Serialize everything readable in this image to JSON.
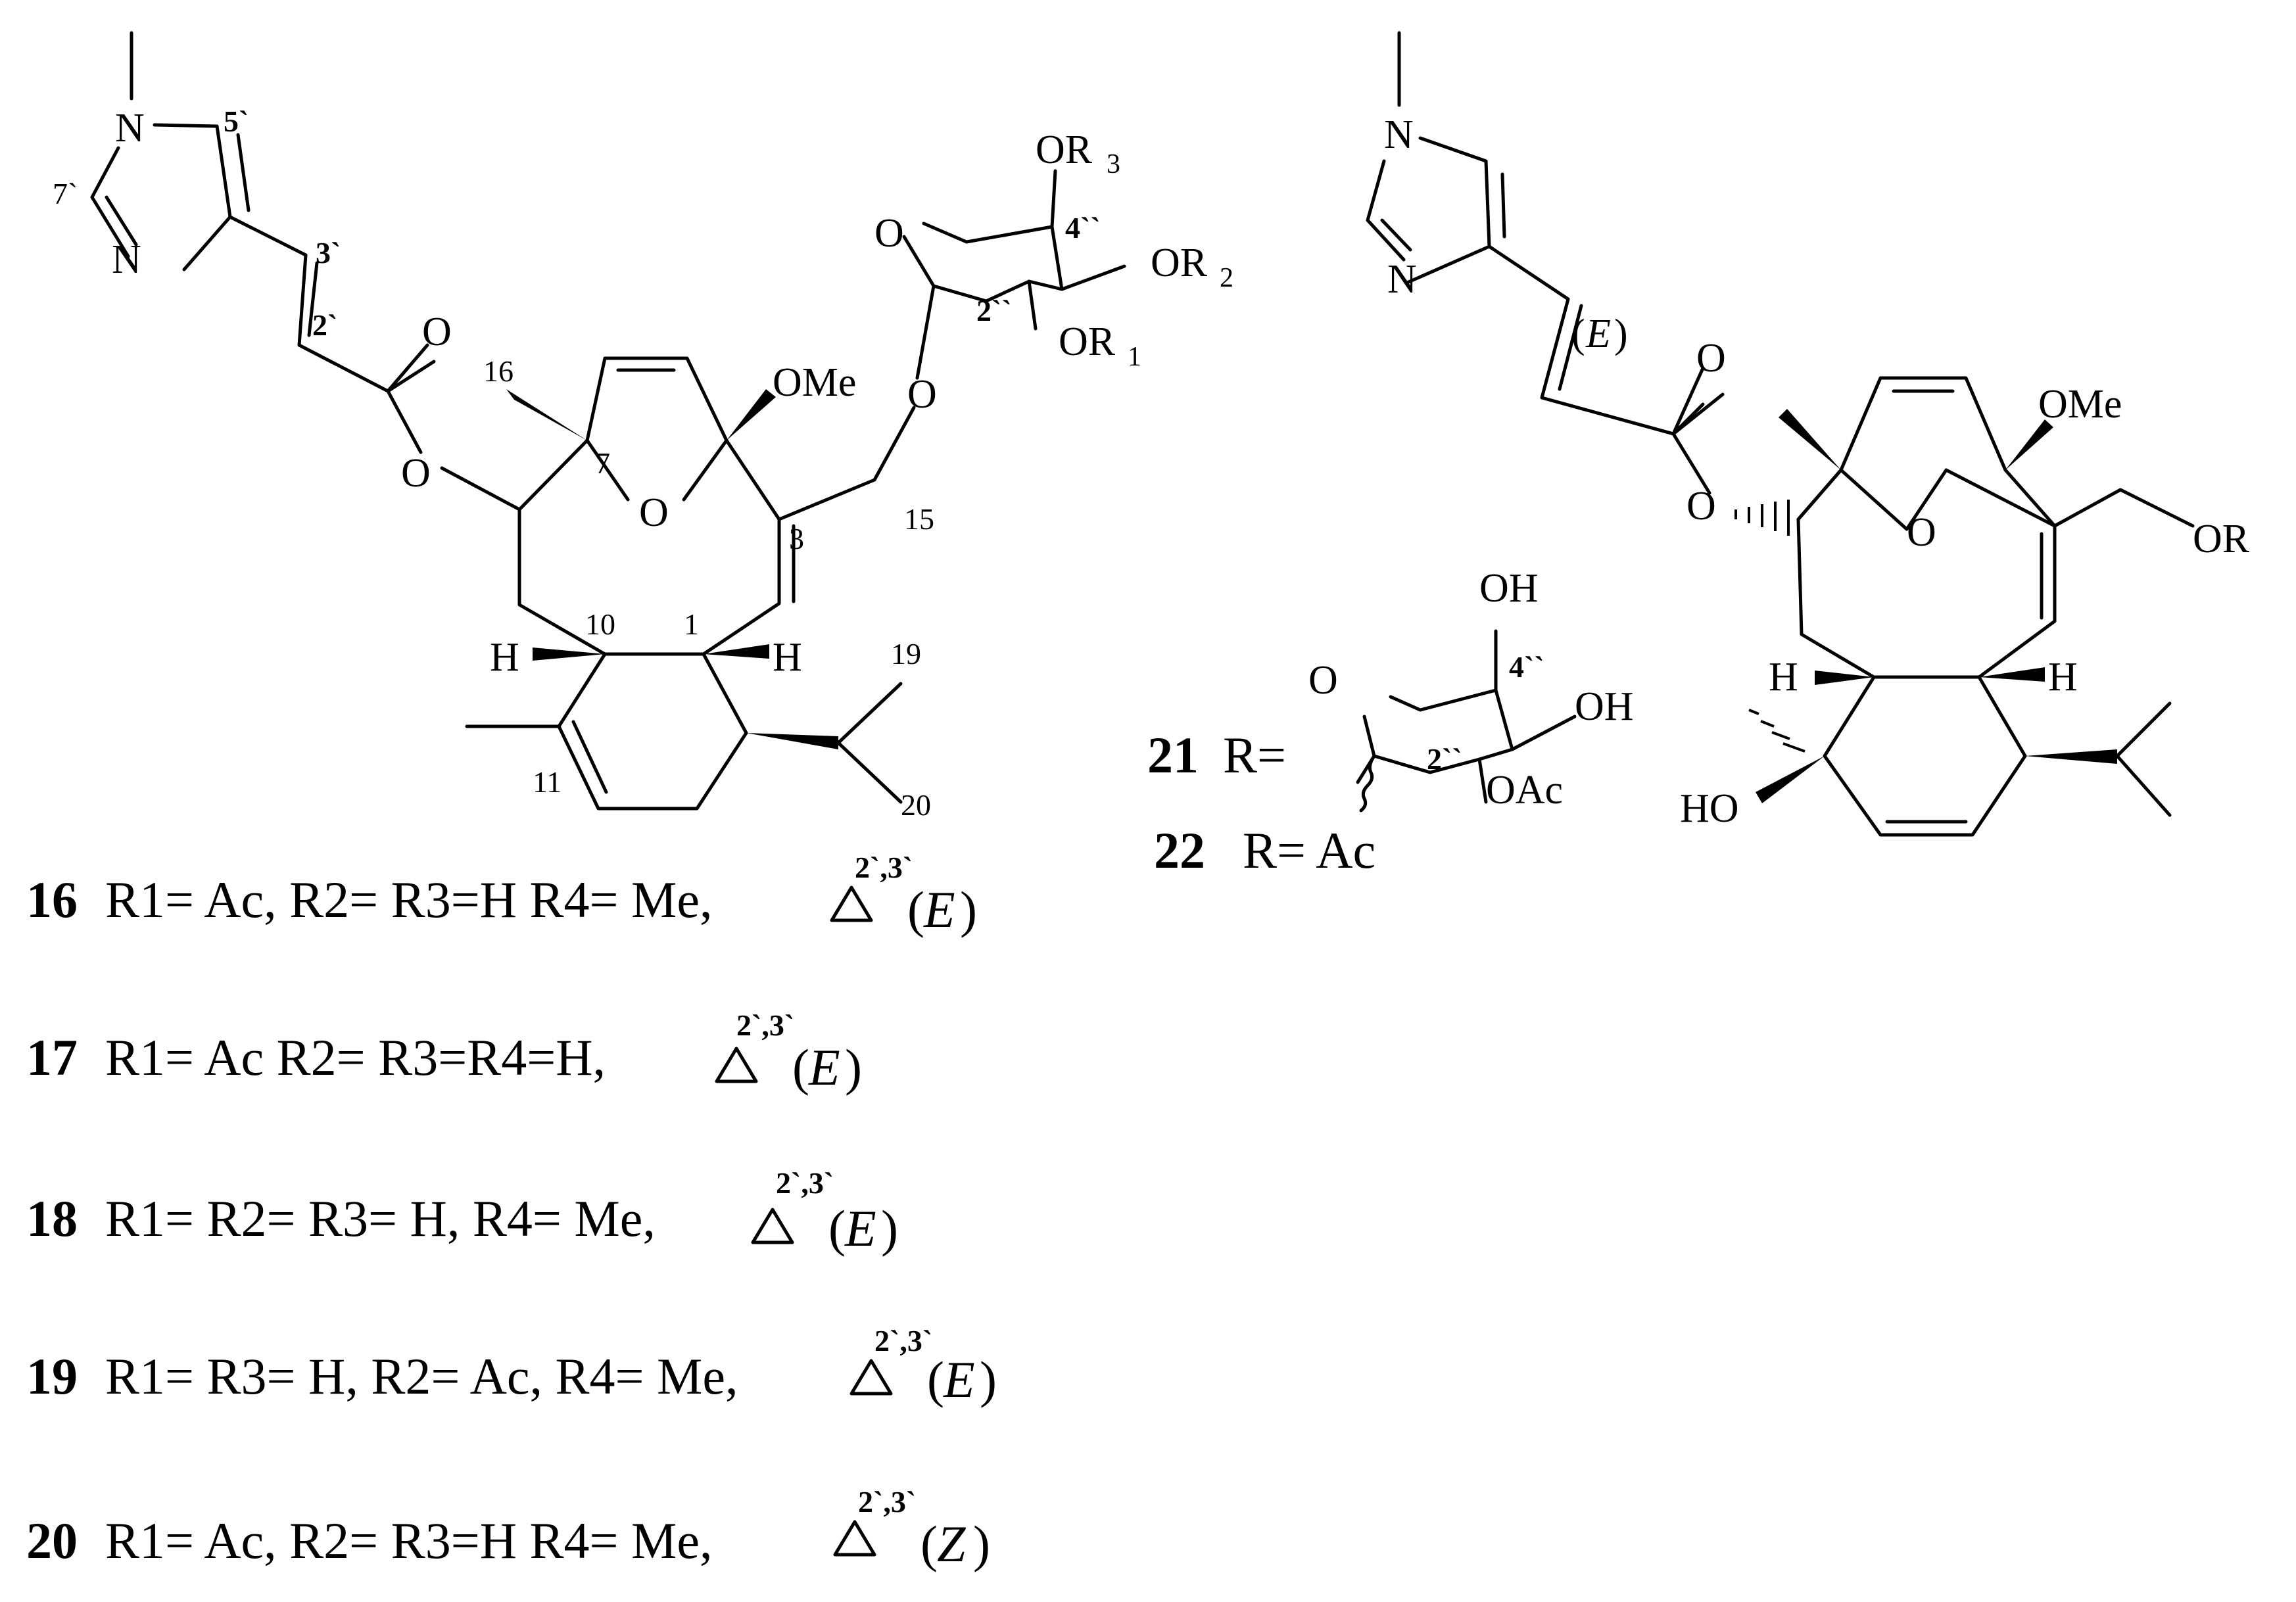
{
  "atoms": {
    "N": "N",
    "O": "O",
    "H": "H",
    "OMe": "OMe",
    "OR": "OR",
    "OH": "OH",
    "OAc": "OAc",
    "HO": "HO",
    "R": "R",
    "E_label": "E",
    "paren_open": "(",
    "paren_close": ")"
  },
  "left_structure": {
    "OR3": "OR3",
    "OR2": "OR2",
    "OR1": "OR1",
    "locants": [
      "5`",
      "7`",
      "3`",
      "2`",
      "4``",
      "2``",
      "16",
      "7",
      "3",
      "15",
      "10",
      "1",
      "19",
      "20",
      "11"
    ]
  },
  "right_structure": {
    "r_label": "21",
    "r_equals": "R=",
    "locants": [
      "4``",
      "2``"
    ]
  },
  "compounds": [
    {
      "id": "16",
      "r": "R1= Ac, R2= R3=H  R4= Me,",
      "delta": "2`,3`",
      "geom": "E"
    },
    {
      "id": "17",
      "r": "R1= Ac   R2= R3=R4=H,",
      "delta": "2`,3`",
      "geom": "E"
    },
    {
      "id": "18",
      "r": "R1= R2= R3= H, R4= Me,",
      "delta": "2`,3`",
      "geom": "E"
    },
    {
      "id": "19",
      "r": "R1= R3= H, R2= Ac, R4= Me,",
      "delta": "2`,3`",
      "geom": "E"
    },
    {
      "id": "20",
      "r": "R1= Ac, R2= R3=H  R4= Me,",
      "delta": "2`,3`",
      "geom": "Z"
    }
  ],
  "compound_22": {
    "id": "22",
    "text": "R= Ac"
  }
}
